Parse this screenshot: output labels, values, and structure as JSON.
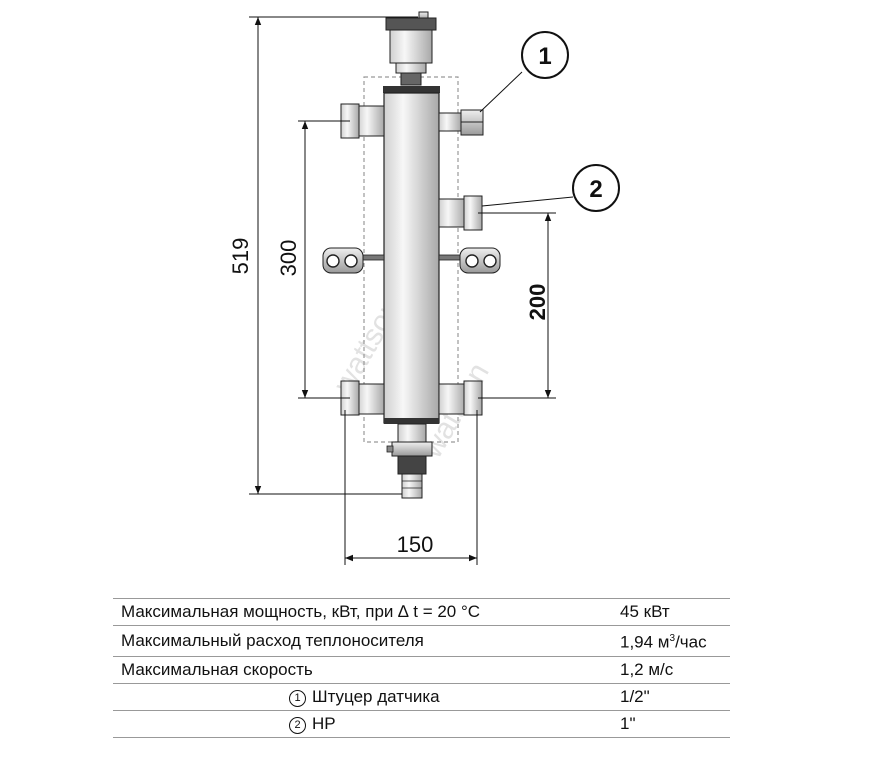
{
  "diagram": {
    "dim_total_height": "519",
    "dim_upper_spacing": "300",
    "dim_lower_spacing": "200",
    "dim_width": "150",
    "callout_1": "1",
    "callout_2": "2",
    "watermark": "wattson"
  },
  "specs": {
    "rows": [
      {
        "label_pre": "Максимальная мощность, кВт, при ",
        "delta": "∆",
        "label_post": " t = 20 °C",
        "value": "45 кВт"
      },
      {
        "label": "Максимальный расход теплоносителя",
        "value_pre": "1,94 м",
        "value_sup": "3",
        "value_post": "/час"
      },
      {
        "label": "Максимальная скорость",
        "value": "1,2 м/с"
      },
      {
        "marker": "1",
        "label": "Штуцер датчика",
        "value": "1/2\""
      },
      {
        "marker": "2",
        "label": "HP",
        "value": "1\""
      }
    ]
  }
}
